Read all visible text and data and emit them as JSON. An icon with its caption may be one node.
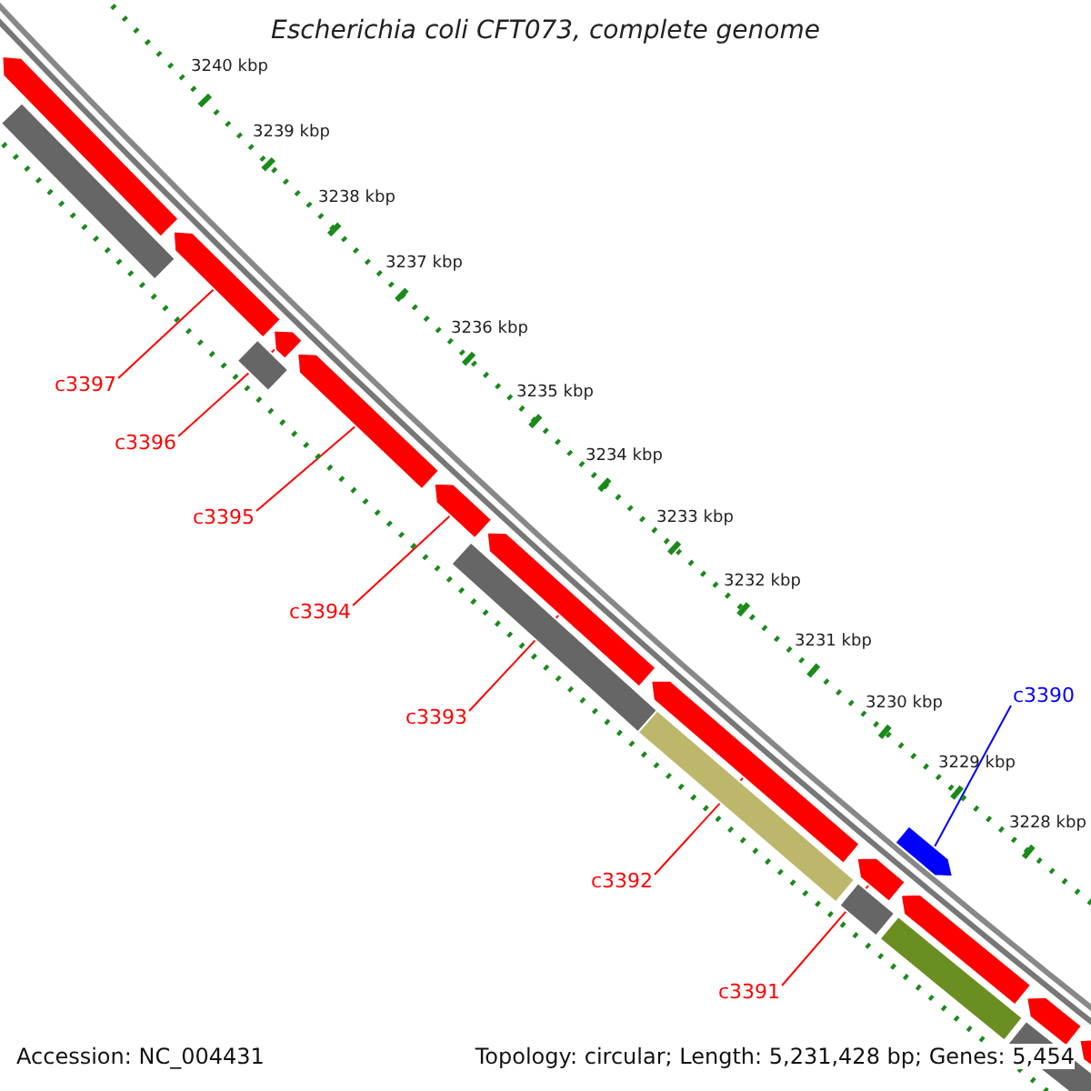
{
  "diagram": {
    "title": "Escherichia coli CFT073, complete genome",
    "nodes": [
      {
        "text": [
          "c3397"
        ]
      },
      {
        "text": [
          "c3396"
        ]
      },
      {
        "text": [
          "c3395"
        ]
      },
      {
        "text": [
          "c3394"
        ]
      },
      {
        "text": [
          "c3390"
        ]
      },
      {
        "text": [
          "c3393"
        ]
      },
      {
        "text": [
          "c3392"
        ]
      },
      {
        "text": [
          "c3391"
        ]
      },
      {
        "text": [],
        "shape": "arrow"
      },
      {
        "text": [],
        "shape": "bar"
      },
      {
        "text": [],
        "shape": "arrow"
      },
      {
        "text": [],
        "shape": "bar"
      },
      {
        "text": [],
        "shape": "arrow"
      },
      {
        "text": [],
        "shape": "arrow"
      },
      {
        "text": [],
        "shape": "arrow"
      },
      {
        "text": [],
        "shape": "bar"
      },
      {
        "text": [],
        "shape": "arrow"
      },
      {
        "text": [],
        "shape": "arrow"
      },
      {
        "text": [],
        "shape": "bar"
      },
      {
        "text": [],
        "shape": "arrow"
      },
      {
        "text": [],
        "shape": "bar"
      },
      {
        "text": [],
        "shape": "arrow"
      },
      {
        "text": [],
        "shape": "arrow"
      },
      {
        "text": [],
        "shape": "bar"
      },
      {
        "text": [],
        "shape": "arrow"
      },
      {
        "text": [],
        "shape": "bar"
      },
      {
        "text": [],
        "shape": "arrow"
      }
    ],
    "edges": [
      {
        "from": 0,
        "to": 10,
        "arrow": "none"
      },
      {
        "from": 1,
        "to": 12,
        "arrow": "none"
      },
      {
        "from": 2,
        "to": 13,
        "arrow": "none"
      },
      {
        "from": 3,
        "to": 14,
        "arrow": "none"
      },
      {
        "from": 4,
        "to": 21,
        "arrow": "none",
        "color": "#0000ff"
      },
      {
        "from": 5,
        "to": 16,
        "arrow": "none"
      },
      {
        "from": 6,
        "to": 17,
        "arrow": "none"
      },
      {
        "from": 7,
        "to": 19,
        "arrow": "none"
      }
    ],
    "labels": [
      "3240 kbp",
      "3239 kbp",
      "3238 kbp",
      "3237 kbp",
      "3236 kbp",
      "3235 kbp",
      "3234 kbp",
      "3233 kbp",
      "3232 kbp",
      "3231 kbp",
      "3230 kbp",
      "3229 kbp",
      "3228 kbp",
      "Accession: NC_004431",
      "Topology: circular; Length: 5,231,428 bp; Genes: 5,454"
    ]
  }
}
